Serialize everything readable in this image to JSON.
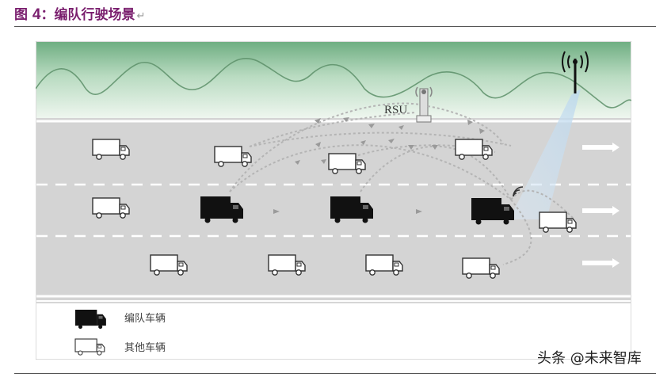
{
  "figure": {
    "title_label": "图",
    "title_number": "4",
    "title_text": "：编队行驶场景",
    "return_mark": "↵"
  },
  "diagram": {
    "rsu_label": "RSU",
    "legend": {
      "platoon_label": "编队车辆",
      "other_label": "其他车辆"
    },
    "colors": {
      "platoon_truck": "#111111",
      "other_truck_outline": "#333333",
      "link_arrow": "#9a9a9a",
      "sky_top": "#cfe6d4",
      "road": "#d5d5d5",
      "title_color": "#7a1f6e"
    }
  },
  "watermark": {
    "text": "头条 @未来智库"
  }
}
